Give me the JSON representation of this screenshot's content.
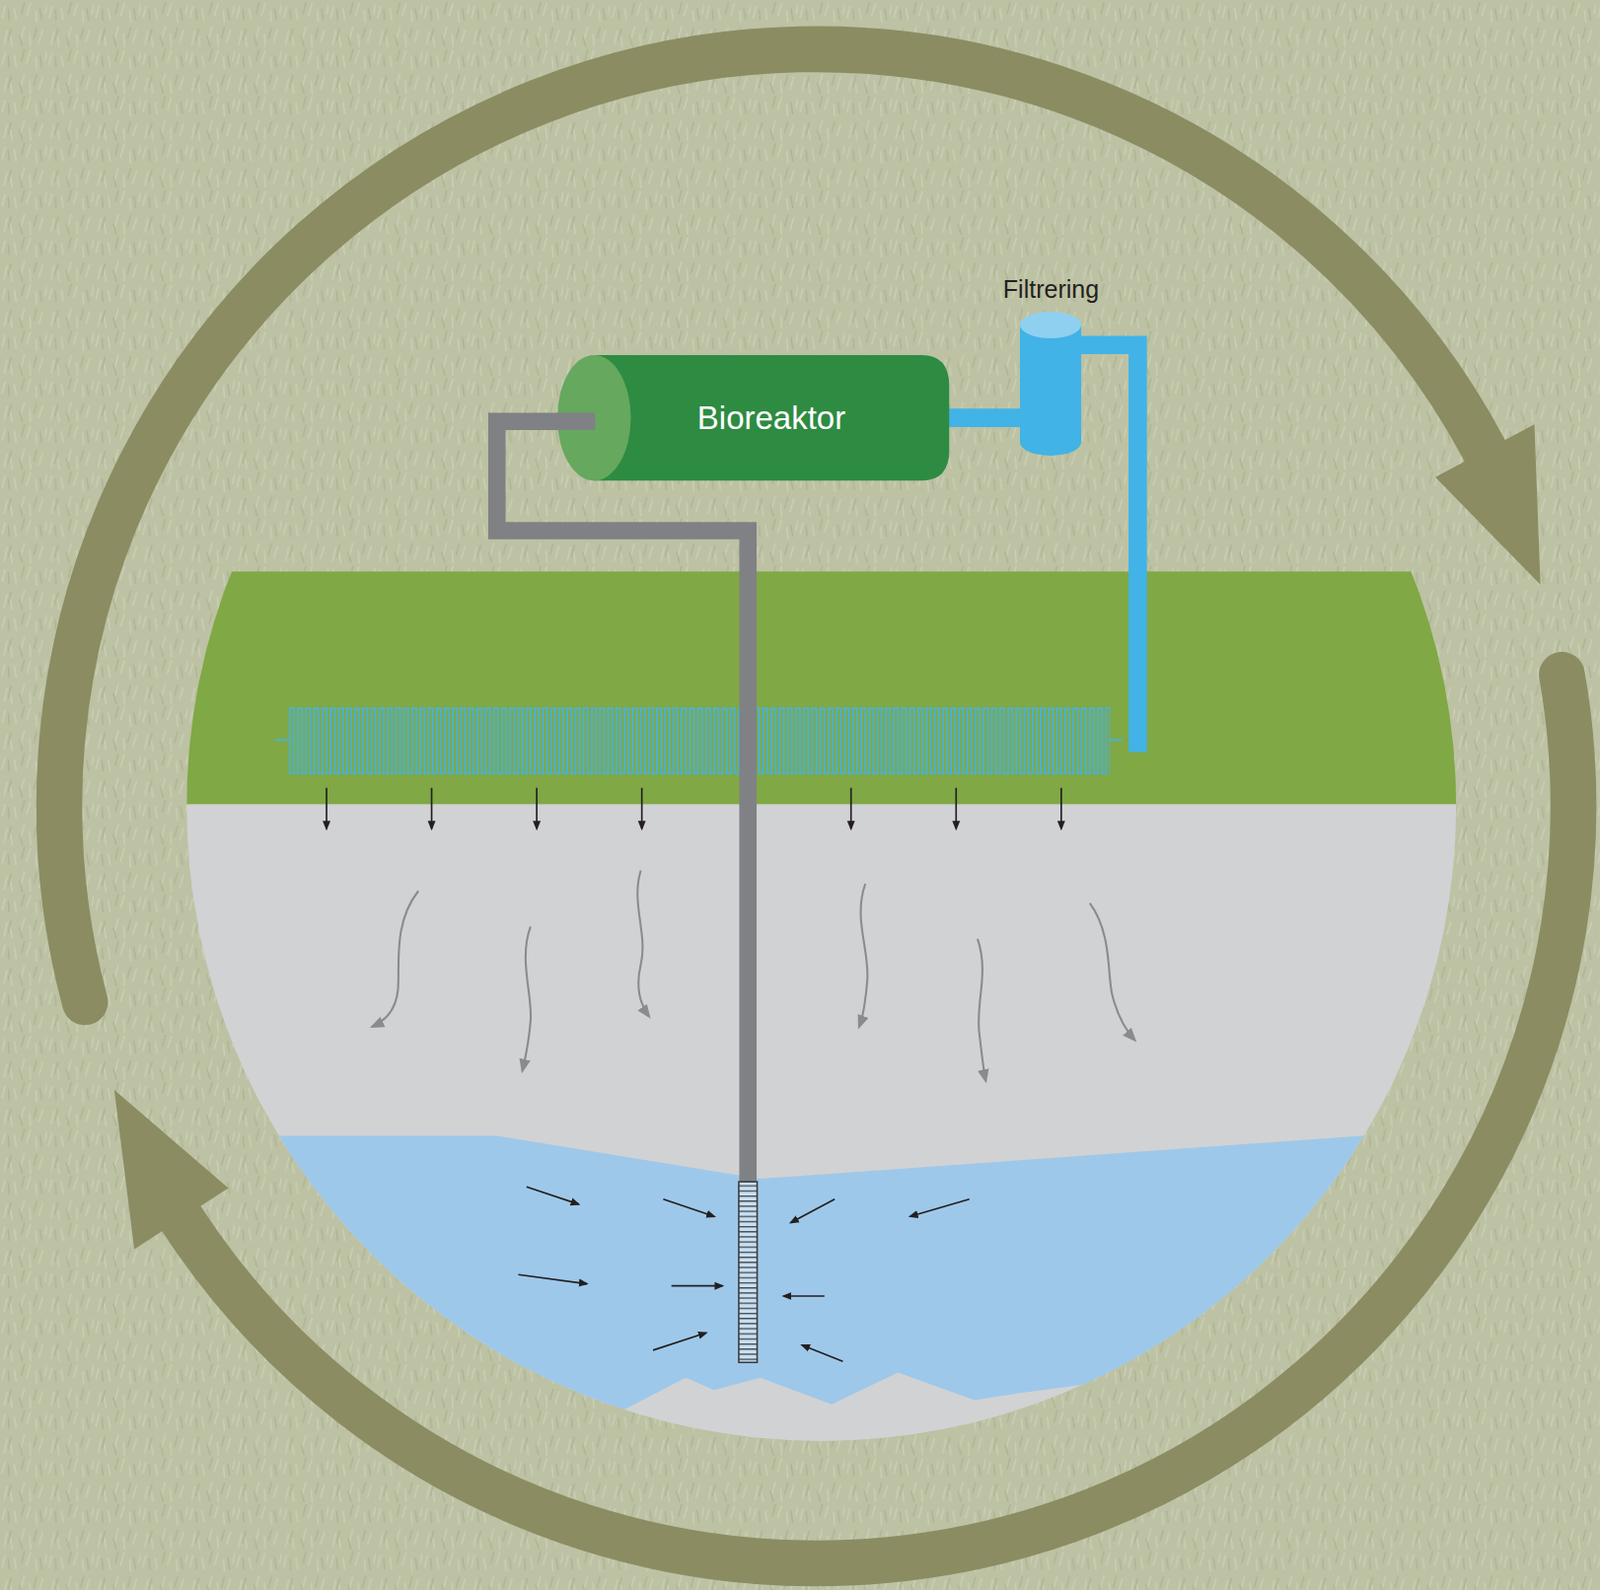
{
  "diagram": {
    "nodes": [
      {
        "text": [
          "Bioreaktor"
        ]
      },
      {
        "text": [
          "Filtrering"
        ]
      }
    ],
    "edges": [
      {
        "from": 0,
        "to": 1,
        "arrow": "none"
      }
    ]
  }
}
